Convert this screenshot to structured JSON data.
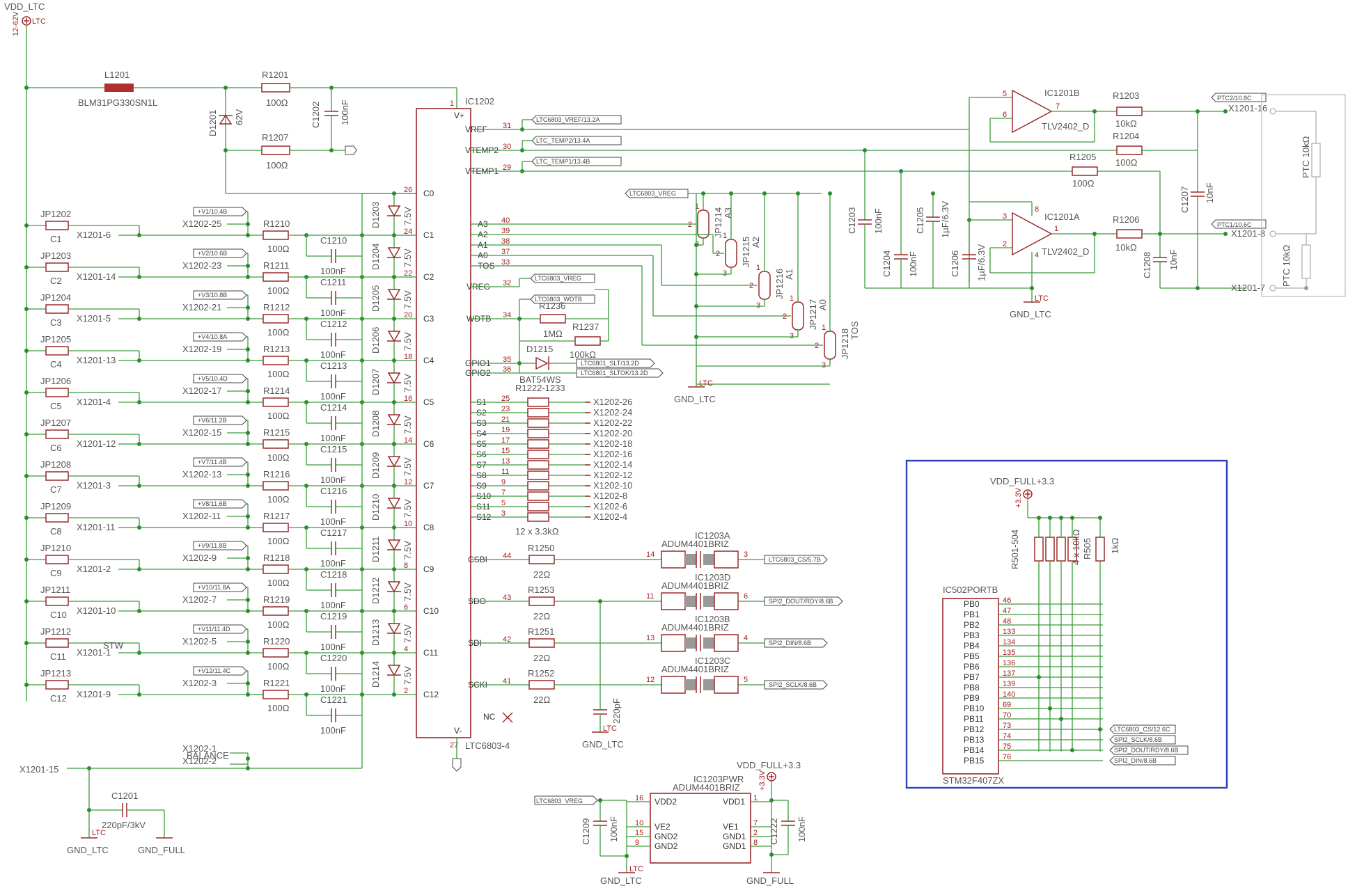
{
  "title": "LTC6803-4 battery monitor schematic",
  "supply": {
    "name": "VDD_LTC",
    "rail": "12-62V",
    "sym": "LTC"
  },
  "l1201": {
    "ref": "L1201",
    "value": "BLM31PG330SN1L"
  },
  "r1201": {
    "ref": "R1201",
    "value": "100Ω"
  },
  "r1207": {
    "ref": "R1207",
    "value": "100Ω"
  },
  "d1201": {
    "ref": "D1201",
    "value": "62V"
  },
  "c1202": {
    "ref": "C1202",
    "value": "100nF"
  },
  "ic1202": {
    "ref": "IC1202",
    "part": "LTC6803-4",
    "vplus": "V+",
    "vminus": "V-",
    "pin_vplus": "1",
    "pin_vminus": "27"
  },
  "left_pins": [
    "C0",
    "C1",
    "C2",
    "C3",
    "C4",
    "C5",
    "C6",
    "C7",
    "C8",
    "C9",
    "C10",
    "C11",
    "C12"
  ],
  "left_pin_nums": [
    "26",
    "24",
    "22",
    "20",
    "18",
    "16",
    "14",
    "12",
    "10",
    "8",
    "6",
    "4",
    "2"
  ],
  "cells": [
    {
      "jp": "JP1202",
      "c": "C1",
      "x": "X1201-6",
      "tag": "+V1/10.4B",
      "x2": "X1202-25",
      "r": "R1210",
      "cap": "C1210",
      "d": "D1203"
    },
    {
      "jp": "JP1203",
      "c": "C2",
      "x": "X1201-14",
      "tag": "+V2/10.6B",
      "x2": "X1202-23",
      "r": "R1211",
      "cap": "C1211",
      "d": "D1204"
    },
    {
      "jp": "JP1204",
      "c": "C3",
      "x": "X1201-5",
      "tag": "+V3/10.8B",
      "x2": "X1202-21",
      "r": "R1212",
      "cap": "C1212",
      "d": "D1205"
    },
    {
      "jp": "JP1205",
      "c": "C4",
      "x": "X1201-13",
      "tag": "+V4/10.8A",
      "x2": "X1202-19",
      "r": "R1213",
      "cap": "C1213",
      "d": "D1206"
    },
    {
      "jp": "JP1206",
      "c": "C5",
      "x": "X1201-4",
      "tag": "+V5/10.4D",
      "x2": "X1202-17",
      "r": "R1214",
      "cap": "C1214",
      "d": "D1207"
    },
    {
      "jp": "JP1207",
      "c": "C6",
      "x": "X1201-12",
      "tag": "+V6/11.2B",
      "x2": "X1202-15",
      "r": "R1215",
      "cap": "C1215",
      "d": "D1208"
    },
    {
      "jp": "JP1208",
      "c": "C7",
      "x": "X1201-3",
      "tag": "+V7/11.4B",
      "x2": "X1202-13",
      "r": "R1216",
      "cap": "C1216",
      "d": "D1209"
    },
    {
      "jp": "JP1209",
      "c": "C8",
      "x": "X1201-11",
      "tag": "+V8/11.6B",
      "x2": "X1202-11",
      "r": "R1217",
      "cap": "C1217",
      "d": "D1210"
    },
    {
      "jp": "JP1210",
      "c": "C9",
      "x": "X1201-2",
      "tag": "+V9/11.8B",
      "x2": "X1202-9",
      "r": "R1218",
      "cap": "C1218",
      "d": "D1211"
    },
    {
      "jp": "JP1211",
      "c": "C10",
      "x": "X1201-10",
      "tag": "+V10/11.8A",
      "x2": "X1202-7",
      "r": "R1219",
      "cap": "C1219",
      "d": "D1212"
    },
    {
      "jp": "JP1212",
      "c": "C11",
      "x": "X1201-1",
      "tag": "+V11/11.4D",
      "x2": "X1202-5",
      "r": "R1220",
      "cap": "C1220",
      "d": "D1213"
    },
    {
      "jp": "JP1213",
      "c": "C12",
      "x": "X1201-9",
      "tag": "+V12/11.4C",
      "x2": "X1202-3",
      "r": "R1221",
      "cap": "C1221",
      "d": "D1214"
    }
  ],
  "cell_r_value": "100Ω",
  "cell_c_value": "100nF",
  "zener_value": "7.5V",
  "stw": "STW",
  "balance": {
    "x1": "X1202-1",
    "x2": "X1202-2",
    "label": "BALANCE"
  },
  "x1201_15": "X1201-15",
  "c1201": {
    "ref": "C1201",
    "value": "220pF/3kV"
  },
  "gnd_ltc": "GND_LTC",
  "gnd_full": "GND_FULL",
  "ltc": "LTC",
  "right_pins": [
    {
      "n": "VREF",
      "p": "31",
      "tag": "LTC6803_VREF/13.2A"
    },
    {
      "n": "VTEMP2",
      "p": "30",
      "tag": "LTC_TEMP2/13.4A"
    },
    {
      "n": "VTEMP1",
      "p": "29",
      "tag": "LTC_TEMP1/13.4B"
    }
  ],
  "addr_pins": [
    {
      "n": "A3",
      "p": "40"
    },
    {
      "n": "A2",
      "p": "39"
    },
    {
      "n": "A1",
      "p": "38"
    },
    {
      "n": "A0",
      "p": "37"
    },
    {
      "n": "TOS",
      "p": "33"
    }
  ],
  "vreg": {
    "n": "VREG",
    "p": "32",
    "tag": "LTC6803_VREG"
  },
  "wdtb": {
    "n": "WDTB",
    "p": "34",
    "tag": "LTC6803_WDTB"
  },
  "gpio1": {
    "n": "GPIO1",
    "p": "35",
    "tag": "LTC6801_SLT/13.2D"
  },
  "gpio2": {
    "n": "GPIO2",
    "p": "36",
    "tag": "LTC6801_SLTOK/13.2D"
  },
  "r1236": {
    "ref": "R1236",
    "value": "1MΩ"
  },
  "r1237": {
    "ref": "R1237",
    "value": "100kΩ"
  },
  "d1215": {
    "ref": "D1215",
    "value": "BAT54WS"
  },
  "jumpers": [
    {
      "ref": "JP1214",
      "sig": "A3"
    },
    {
      "ref": "JP1215",
      "sig": "A2"
    },
    {
      "ref": "JP1216",
      "sig": "A1"
    },
    {
      "ref": "JP1217",
      "sig": "A0"
    },
    {
      "ref": "JP1218",
      "sig": "TOS"
    }
  ],
  "vreg_tag_top": "LTC6803_VREG",
  "s_pins": [
    {
      "n": "S1",
      "p": "25",
      "x": "X1202-26"
    },
    {
      "n": "S2",
      "p": "23",
      "x": "X1202-24"
    },
    {
      "n": "S3",
      "p": "21",
      "x": "X1202-22"
    },
    {
      "n": "S4",
      "p": "19",
      "x": "X1202-20"
    },
    {
      "n": "S5",
      "p": "17",
      "x": "X1202-18"
    },
    {
      "n": "S6",
      "p": "15",
      "x": "X1202-16"
    },
    {
      "n": "S7",
      "p": "13",
      "x": "X1202-14"
    },
    {
      "n": "S8",
      "p": "11",
      "x": "X1202-12"
    },
    {
      "n": "S9",
      "p": "9",
      "x": "X1202-10"
    },
    {
      "n": "S10",
      "p": "7",
      "x": "X1202-8"
    },
    {
      "n": "S11",
      "p": "5",
      "x": "X1202-6"
    },
    {
      "n": "S12",
      "p": "3",
      "x": "X1202-4"
    }
  ],
  "s_res": {
    "ref": "R1222-1233",
    "value": "12 x 3.3kΩ"
  },
  "spi": [
    {
      "n": "CSBI",
      "p": "44",
      "r": "R1250",
      "ic": "IC1203A",
      "ip": "14",
      "op": "3",
      "tag": "LTC6803_CS/5.7B"
    },
    {
      "n": "SDO",
      "p": "43",
      "r": "R1253",
      "ic": "IC1203D",
      "ip": "11",
      "op": "6",
      "tag": "SPI2_DOUT/RDY/8.6B"
    },
    {
      "n": "SDI",
      "p": "42",
      "r": "R1251",
      "ic": "IC1203B",
      "ip": "13",
      "op": "4",
      "tag": "SPI2_DIN/8.6B"
    },
    {
      "n": "SCKI",
      "p": "41",
      "r": "R1252",
      "ic": "IC1203C",
      "ip": "12",
      "op": "5",
      "tag": "SPI2_SCLK/8.6B"
    }
  ],
  "spi_r_value": "22Ω",
  "adum": "ADUM4401BRIZ",
  "nc": "NC",
  "c_220p": "220pF",
  "opamp": {
    "ref_b": "IC1201B",
    "ref_a": "IC1201A",
    "part": "TLV2402_D"
  },
  "r1203": {
    "ref": "R1203",
    "value": "10kΩ"
  },
  "r1204": {
    "ref": "R1204",
    "value": "100Ω"
  },
  "r1205": {
    "ref": "R1205",
    "value": "100Ω"
  },
  "r1206": {
    "ref": "R1206",
    "value": "10kΩ"
  },
  "c1203": {
    "ref": "C1203",
    "value": "100nF"
  },
  "c1204": {
    "ref": "C1204",
    "value": "100nF"
  },
  "c1205": {
    "ref": "C1205",
    "value": "1µF/6.3V"
  },
  "c1206": {
    "ref": "C1206",
    "value": "1µF/6.3V"
  },
  "c1207": {
    "ref": "C1207",
    "value": "10nF"
  },
  "c1208": {
    "ref": "C1208",
    "value": "10nF"
  },
  "ptc2": {
    "tag": "PTC2/10.8C",
    "x": "X1201-16"
  },
  "ptc1": {
    "tag": "PTC1/10.6C",
    "x": "X1201-8"
  },
  "x1201_7": "X1201-7",
  "ptc_label": "PTC 10kΩ",
  "mcu": {
    "supply": "VDD_FULL+3.3",
    "rail": "+3.3V",
    "res_ref": "R501-504",
    "res_val": "4 x 10kΩ",
    "r505": "R505",
    "r505_val": "1kΩ",
    "ref": "IC502PORTB",
    "part": "STM32F407ZX",
    "pins": [
      {
        "n": "PB0",
        "p": "46"
      },
      {
        "n": "PB1",
        "p": "47"
      },
      {
        "n": "PB2",
        "p": "48"
      },
      {
        "n": "PB3",
        "p": "133"
      },
      {
        "n": "PB4",
        "p": "134"
      },
      {
        "n": "PB5",
        "p": "135"
      },
      {
        "n": "PB6",
        "p": "136"
      },
      {
        "n": "PB7",
        "p": "137"
      },
      {
        "n": "PB8",
        "p": "139"
      },
      {
        "n": "PB9",
        "p": "140"
      },
      {
        "n": "PB10",
        "p": "69"
      },
      {
        "n": "PB11",
        "p": "70"
      },
      {
        "n": "PB12",
        "p": "73"
      },
      {
        "n": "PB13",
        "p": "74"
      },
      {
        "n": "PB14",
        "p": "75"
      },
      {
        "n": "PB15",
        "p": "76"
      }
    ],
    "tags": [
      "LTC6803_CS/12.6C",
      "SPI2_SCLK/8.6B",
      "SPI2_DOUT/RDY/8.6B",
      "SPI2_DIN/8.6B"
    ],
    "border_color": "#2f3fbf"
  },
  "pwr": {
    "ref": "IC1203PWR",
    "part": "ADUM4401BRIZ",
    "supply": "VDD_FULL+3.3",
    "rail": "+3.3V",
    "vreg_tag": "LTC6803_VREG",
    "left": [
      {
        "n": "VDD2",
        "p": "16"
      },
      {
        "n": "VE2",
        "p": "10"
      },
      {
        "n": "GND2",
        "p": "15"
      },
      {
        "n": "GND2",
        "p": "9"
      }
    ],
    "right": [
      {
        "n": "VDD1",
        "p": "1"
      },
      {
        "n": "VE1",
        "p": "7"
      },
      {
        "n": "GND1",
        "p": "2"
      },
      {
        "n": "GND1",
        "p": "8"
      }
    ],
    "c1209": {
      "ref": "C1209",
      "value": "100nF"
    },
    "c1222": {
      "ref": "C1222",
      "value": "100nF"
    }
  }
}
